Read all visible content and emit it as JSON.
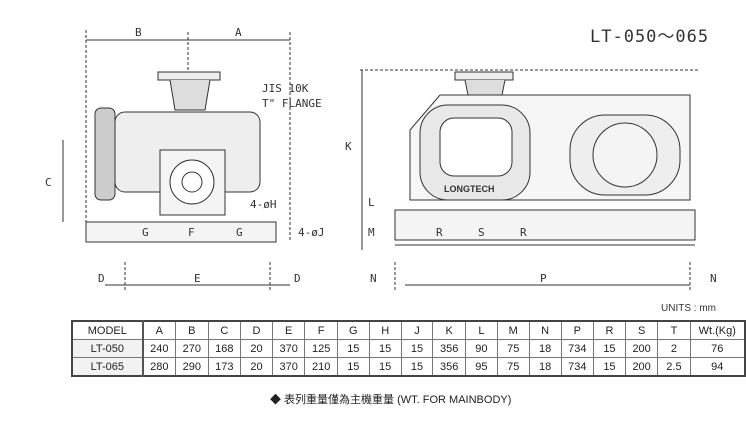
{
  "title": "LT-050～065",
  "units": "UNITS : mm",
  "labels": {
    "flange_line1": "JIS 10K",
    "flange_line2": "T\" FLANGE",
    "hole_h": "4-øH",
    "hole_j": "4-øJ",
    "brand": "LONGTECH",
    "dims": [
      "A",
      "B",
      "C",
      "D",
      "E",
      "F",
      "G",
      "H",
      "J",
      "K",
      "L",
      "M",
      "N",
      "P",
      "R",
      "S"
    ]
  },
  "table": {
    "headers": [
      "MODEL",
      "A",
      "B",
      "C",
      "D",
      "E",
      "F",
      "G",
      "H",
      "J",
      "K",
      "L",
      "M",
      "N",
      "P",
      "R",
      "S",
      "T",
      "Wt.(Kg)"
    ],
    "rows": [
      [
        "LT-050",
        "240",
        "270",
        "168",
        "20",
        "370",
        "125",
        "15",
        "15",
        "15",
        "356",
        "90",
        "75",
        "18",
        "734",
        "15",
        "200",
        "2",
        "76"
      ],
      [
        "LT-065",
        "280",
        "290",
        "173",
        "20",
        "370",
        "210",
        "15",
        "15",
        "15",
        "356",
        "95",
        "75",
        "18",
        "734",
        "15",
        "200",
        "2.5",
        "94"
      ]
    ]
  },
  "note": "◆ 表列重量僅為主機重量  (WT. FOR MAINBODY)"
}
